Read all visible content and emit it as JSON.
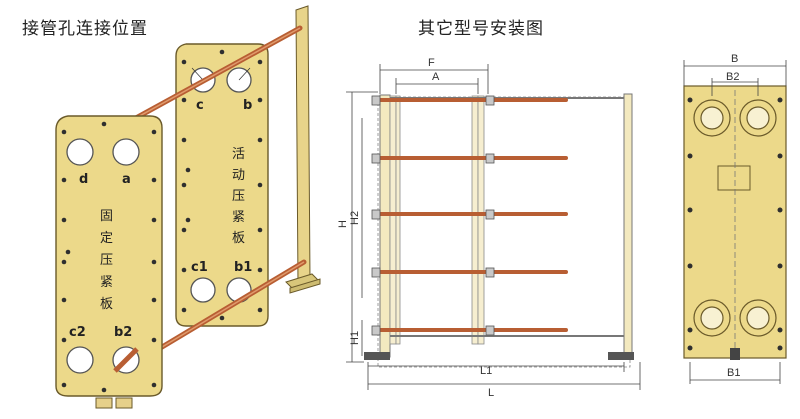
{
  "titles": {
    "left": "接管孔连接位置",
    "right": "其它型号安装图"
  },
  "fixed_plate": {
    "chars": [
      "固",
      "定",
      "压",
      "紧",
      "板"
    ],
    "ports": {
      "d": "d",
      "a": "a",
      "c2": "c2",
      "b2": "b2"
    }
  },
  "movable_plate": {
    "chars": [
      "活",
      "动",
      "压",
      "紧",
      "板"
    ],
    "ports": {
      "c": "c",
      "b": "b",
      "c1": "c1",
      "b1": "b1"
    }
  },
  "side_dims": {
    "F": "F",
    "A": "A",
    "H": "H",
    "H2": "H2",
    "H1": "H1",
    "L1": "L1",
    "L": "L"
  },
  "front_dims": {
    "B": "B",
    "B2": "B2",
    "B1": "B1"
  },
  "colors": {
    "plate": "#ecd98a",
    "bolt": "#b85e33",
    "outline": "#6a5a2a"
  }
}
